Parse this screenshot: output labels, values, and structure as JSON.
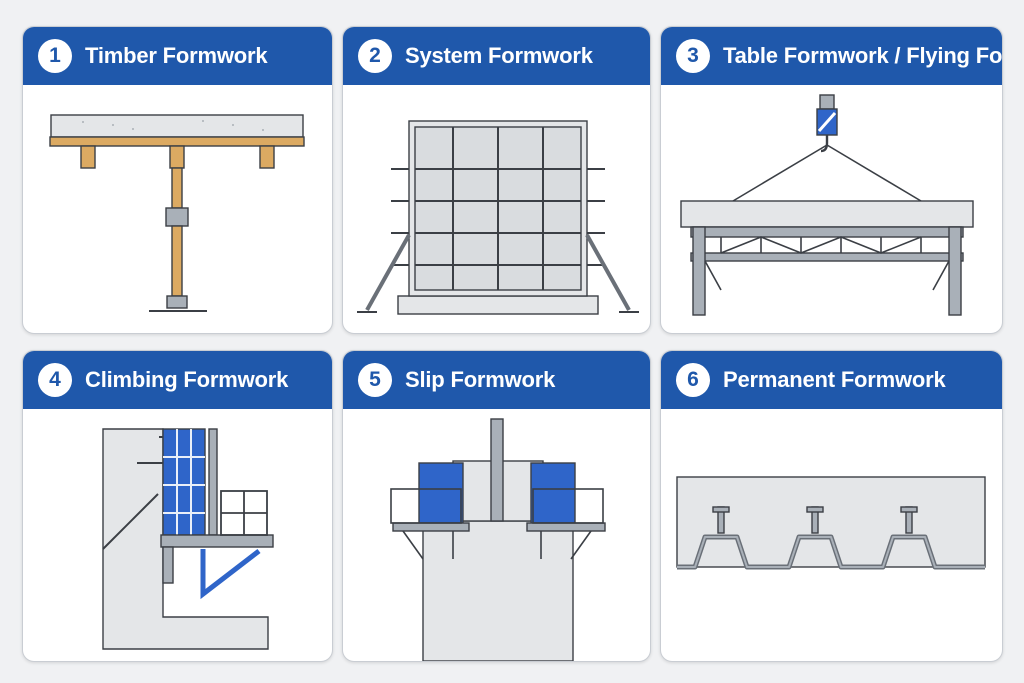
{
  "colors": {
    "header_blue": "#1f58ab",
    "concrete": "#e4e6e8",
    "steel": "#a9b0b8",
    "timber": "#dcaa62",
    "panel_blue": "#2f65c9",
    "outline": "#3b3f45"
  },
  "cards": [
    {
      "number": "1",
      "title": "Timber Formwork",
      "icon": "timber-formwork-illustration"
    },
    {
      "number": "2",
      "title": "System Formwork",
      "icon": "system-formwork-illustration"
    },
    {
      "number": "3",
      "title": "Table Formwork / Flying Form",
      "icon": "table-formwork-illustration"
    },
    {
      "number": "4",
      "title": "Climbing Formwork",
      "icon": "climbing-formwork-illustration"
    },
    {
      "number": "5",
      "title": "Slip Formwork",
      "icon": "slip-formwork-illustration"
    },
    {
      "number": "6",
      "title": "Permanent Formwork",
      "icon": "permanent-formwork-illustration"
    }
  ]
}
